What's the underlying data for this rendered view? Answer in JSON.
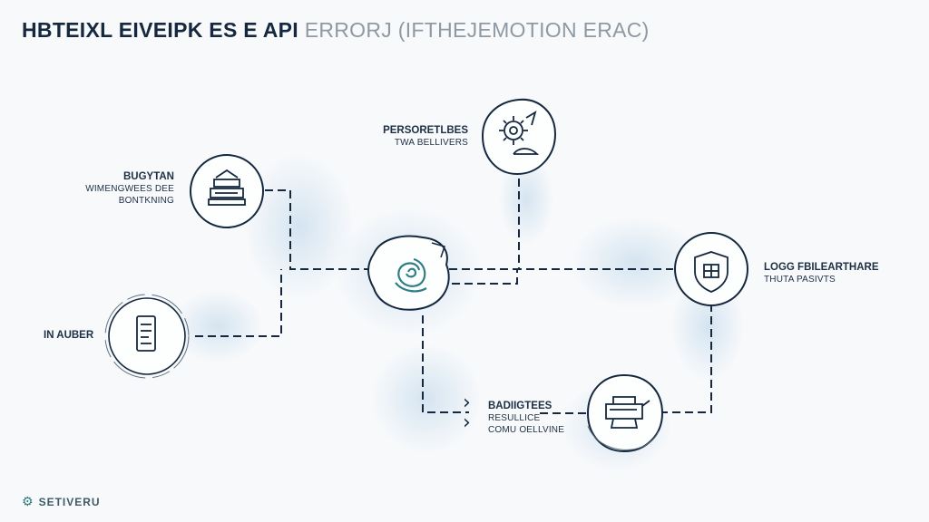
{
  "header": {
    "title_main": "HBTEIXL EIVEIPK ES E API",
    "title_sub": "ERRORJ (IFTHEJEMOTION ERAC)"
  },
  "nodes": {
    "top_left": {
      "title": "BUGYTAN",
      "line1": "WIMENGWEES DEE",
      "line2": "BONTKNING",
      "icon": "server-icon"
    },
    "left": {
      "title": "IN AUBER",
      "icon": "phone-icon"
    },
    "center": {
      "icon": "swirl-icon"
    },
    "top": {
      "title": "PERSORETLBES",
      "line1": "TWA BELLIVERS",
      "icon": "gear-icon"
    },
    "right": {
      "title": "LOGG FBILEARTHARE",
      "line1": "THUTA PASIVTS",
      "icon": "shield-icon"
    },
    "bottom": {
      "title": "BADIIGTEES",
      "line1": "RESULLICE",
      "line2": "COMU OELLVINE",
      "icon": "printer-icon"
    }
  },
  "footer": {
    "brand": "SETIVERU"
  }
}
